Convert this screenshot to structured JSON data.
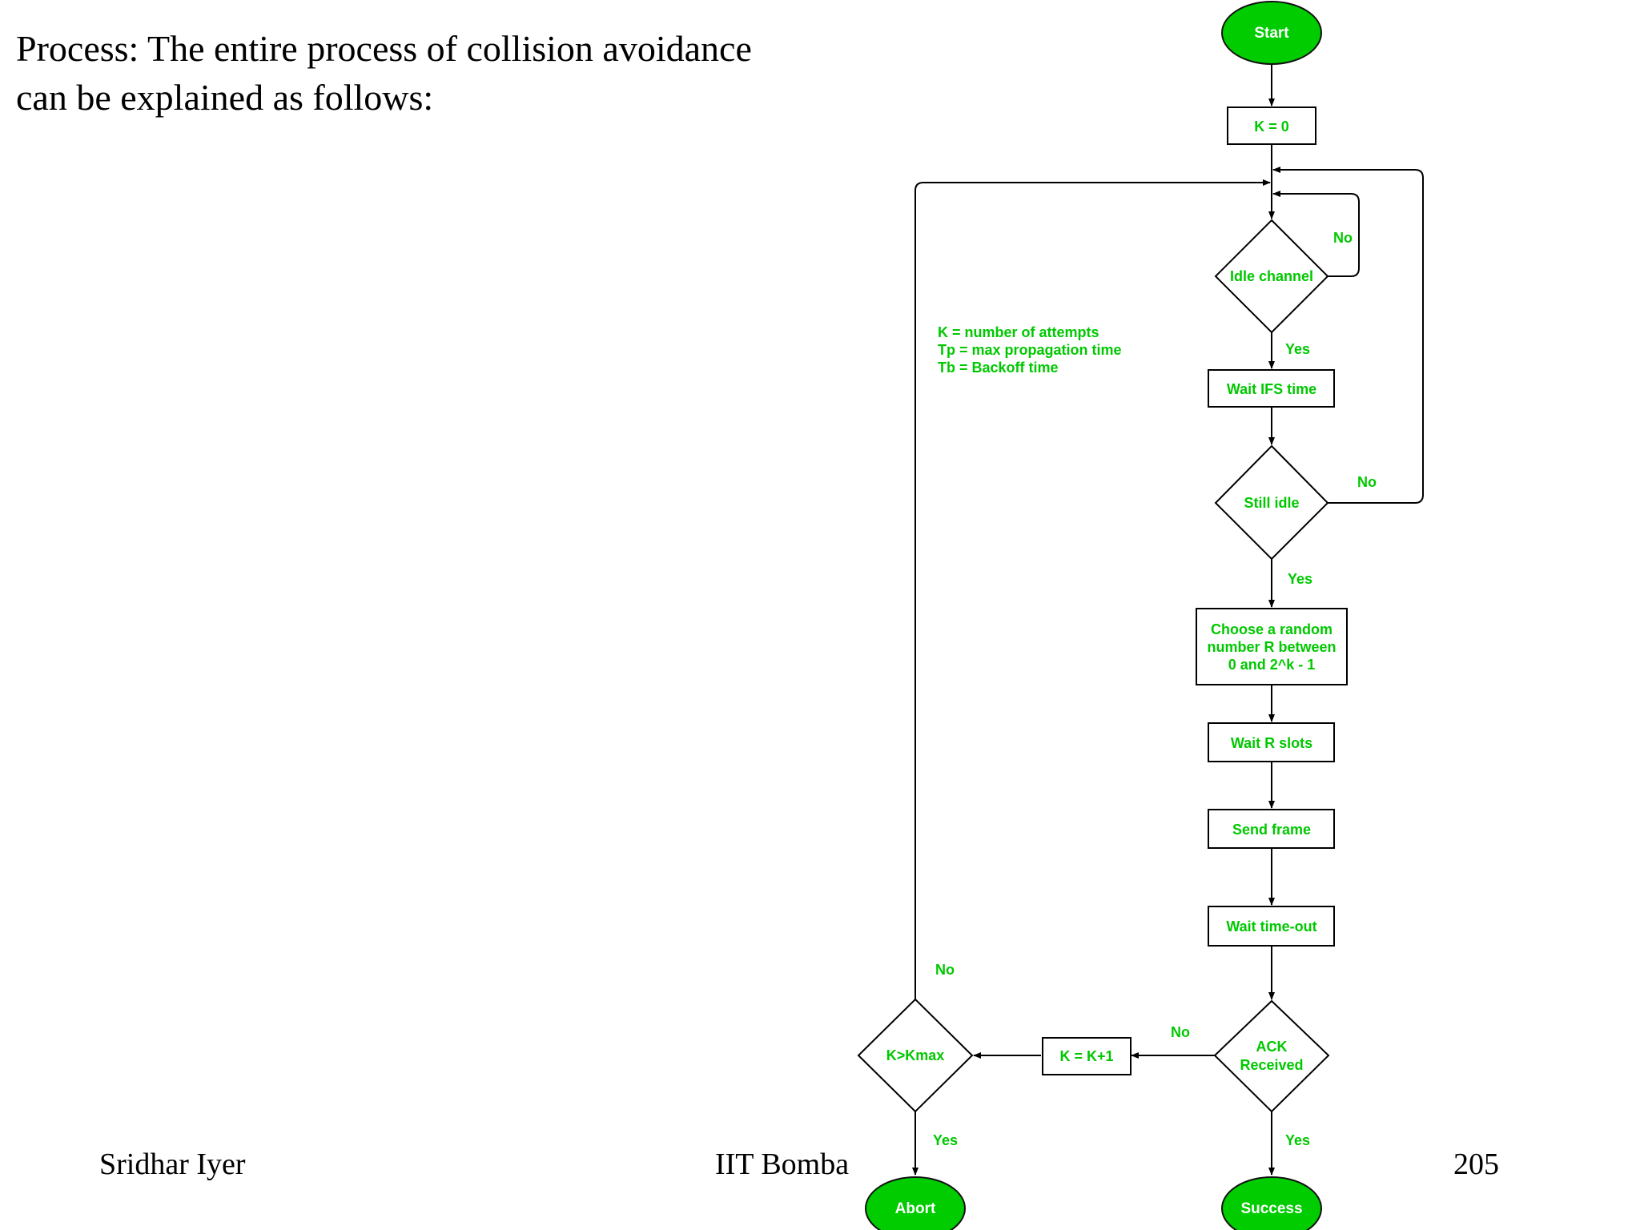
{
  "intro": {
    "line1": "Process: The entire process of collision avoidance",
    "line2": "can be explained as follows:"
  },
  "footer": {
    "author": "Sridhar Iyer",
    "institution": "IIT Bomba",
    "page_number": "205"
  },
  "colors": {
    "accent_green": "#00cc00",
    "text_green": "#00c800",
    "line": "#000000"
  },
  "flowchart": {
    "start": "Start",
    "k_init": "K = 0",
    "idle_channel": "Idle channel",
    "wait_ifs": "Wait IFS time",
    "still_idle": "Still idle",
    "choose_random": [
      "Choose a random",
      "number R between",
      "0 and 2^k - 1"
    ],
    "wait_r_slots": "Wait R slots",
    "send_frame": "Send frame",
    "wait_timeout": "Wait time-out",
    "ack_received": [
      "ACK",
      "Received"
    ],
    "k_increment": "K = K+1",
    "k_gt_kmax": "K>Kmax",
    "abort": "Abort",
    "success": "Success",
    "legend": [
      "K = number of attempts",
      "Tp = max propagation time",
      "Tb = Backoff time"
    ],
    "edge_labels": {
      "idle_no": "No",
      "idle_yes": "Yes",
      "still_no": "No",
      "still_yes": "Yes",
      "ack_no": "No",
      "ack_yes": "Yes",
      "kmax_no": "No",
      "kmax_yes": "Yes"
    }
  }
}
